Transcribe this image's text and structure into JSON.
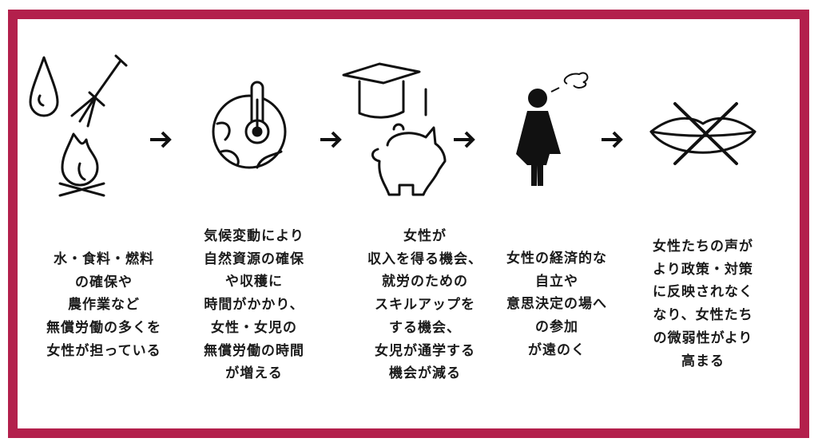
{
  "accent_color": "#b3204c",
  "steps": [
    {
      "icon": "water-drop-fork-fire-icon",
      "lines": [
        "水・食料・燃料",
        "の確保や",
        "農作業など",
        "無償労働の多くを",
        "女性が担っている"
      ]
    },
    {
      "icon": "globe-thermometer-icon",
      "lines": [
        "気候変動により",
        "自然資源の確保",
        "や収穫に",
        "時間がかかり、",
        "女性・女児の",
        "無償労働の時間",
        "が増える"
      ]
    },
    {
      "icon": "graduation-cap-piggy-bank-icon",
      "lines": [
        "女性が",
        "収入を得る機会、",
        "就労のための",
        "スキルアップを",
        "する機会、",
        "女児が通学する",
        "機会が減る"
      ]
    },
    {
      "icon": "woman-stress-icon",
      "lines": [
        "女性の経済的な",
        "自立や",
        "意思決定の場へ",
        "の参加",
        "が遠のく"
      ]
    },
    {
      "icon": "crossed-lips-icon",
      "lines": [
        "女性たちの声が",
        "より政策・対策",
        "に反映されなく",
        "なり、女性たち",
        "の微弱性がより",
        "高まる"
      ]
    }
  ]
}
